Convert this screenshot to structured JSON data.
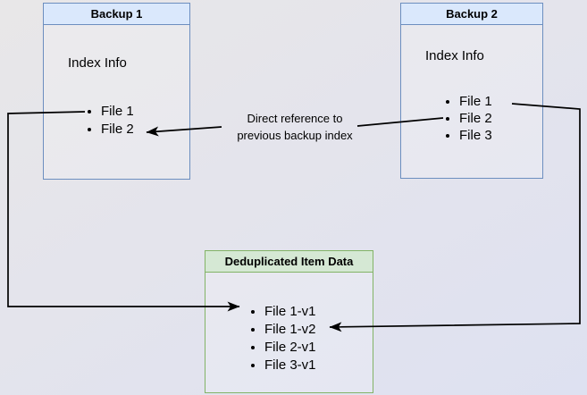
{
  "diagram": {
    "backup1": {
      "title": "Backup 1",
      "subtitle": "Index Info",
      "items": [
        "File 1",
        "File 2"
      ]
    },
    "backup2": {
      "title": "Backup 2",
      "subtitle": "Index Info",
      "items": [
        "File 1",
        "File 2",
        "File 3"
      ]
    },
    "dedup": {
      "title": "Deduplicated Item Data",
      "items": [
        "File 1-v1",
        "File 1-v2",
        "File 2-v1",
        "File 3-v1"
      ]
    },
    "annotation": {
      "line1": "Direct reference to",
      "line2": "previous backup index"
    },
    "colors": {
      "blue_border": "#6c8ebf",
      "blue_fill": "#dae8fc",
      "green_border": "#82b366",
      "green_fill": "#d5e8d4",
      "connector": "#000000"
    }
  }
}
